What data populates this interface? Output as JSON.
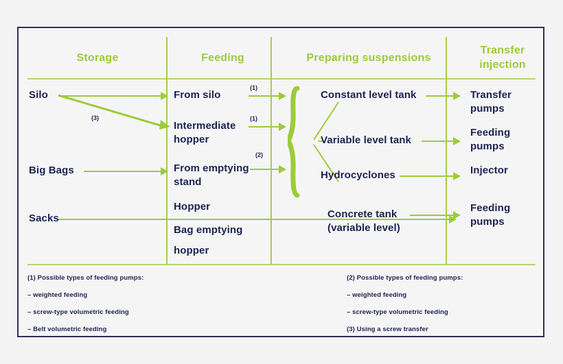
{
  "theme": {
    "green": "#9ccb3b",
    "green_light": "#b6d66a",
    "navy": "#1c2350",
    "border": "#2b3055",
    "background": "#f4f4f5",
    "panel": "#f5f5f6"
  },
  "columns": [
    {
      "id": "storage",
      "label": "Storage"
    },
    {
      "id": "feeding",
      "label": "Feeding"
    },
    {
      "id": "preparing",
      "label": "Preparing suspensions"
    },
    {
      "id": "transfer",
      "label": "Transfer\ninjection",
      "line1": "Transfer",
      "line2": "injection"
    }
  ],
  "storage": {
    "items": [
      {
        "id": "silo",
        "label": "Silo"
      },
      {
        "id": "big-bags",
        "label": "Big Bags"
      },
      {
        "id": "sacks",
        "label": "Sacks"
      }
    ],
    "annotation": "(3)"
  },
  "feeding": {
    "items": [
      {
        "id": "from-silo",
        "line1": "From silo",
        "line2": "",
        "note": "(1)"
      },
      {
        "id": "intermediate-hopper",
        "line1": "Intermediate",
        "line2": "hopper",
        "note": "(1)"
      },
      {
        "id": "from-emptying-stand",
        "line1": "From emptying",
        "line2": "stand",
        "note": "(2)"
      },
      {
        "id": "hopper",
        "line1": "Hopper",
        "line2": "",
        "note": ""
      },
      {
        "id": "bag-emptying-hopper",
        "line1": "Bag emptying",
        "line2": "hopper",
        "note": ""
      }
    ]
  },
  "preparing": {
    "items": [
      {
        "id": "constant-level-tank",
        "line1": "Constant level tank",
        "line2": ""
      },
      {
        "id": "variable-level-tank",
        "line1": "Variable level tank",
        "line2": ""
      },
      {
        "id": "hydrocyclones",
        "line1": "Hydrocyclones",
        "line2": ""
      },
      {
        "id": "concrete-tank",
        "line1": "Concrete tank",
        "line2": "(variable level)"
      }
    ]
  },
  "transfer": {
    "items": [
      {
        "id": "transfer-pumps",
        "line1": "Transfer",
        "line2": "pumps"
      },
      {
        "id": "feeding-pumps-1",
        "line1": "Feeding",
        "line2": "pumps"
      },
      {
        "id": "injector",
        "line1": "Injector",
        "line2": ""
      },
      {
        "id": "feeding-pumps-2",
        "line1": "Feeding",
        "line2": "pumps"
      }
    ]
  },
  "footnotes": {
    "left": [
      "(1) Possible types of feeding pumps:",
      "– weighted feeding",
      "– screw-type volumetric feeding",
      "– Belt volumetric feeding"
    ],
    "right": [
      "(2) Possible types of feeding pumps:",
      "– weighted feeding",
      " – screw-type volumetric feeding",
      "(3) Using a screw transfer"
    ]
  }
}
